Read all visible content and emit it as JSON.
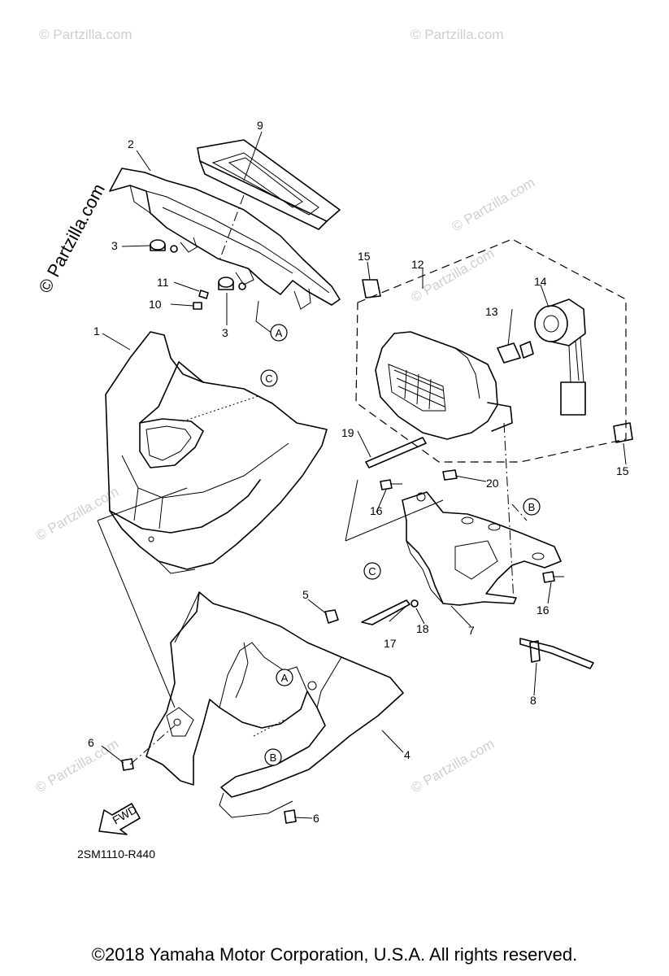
{
  "diagram_code": "2SM1110-R440",
  "copyright": "©2018 Yamaha Motor Corporation, U.S.A. All rights reserved.",
  "fwd_label": "FWD",
  "watermark": "© Partzilla.com",
  "callouts": {
    "c1": "1",
    "c2": "2",
    "c3a": "3",
    "c3b": "3",
    "c4": "4",
    "c5": "5",
    "c6a": "6",
    "c6b": "6",
    "c7": "7",
    "c8": "8",
    "c9": "9",
    "c10": "10",
    "c11": "11",
    "c12": "12",
    "c13": "13",
    "c14": "14",
    "c15a": "15",
    "c15b": "15",
    "c16a": "16",
    "c16b": "16",
    "c17": "17",
    "c18": "18",
    "c19": "19",
    "c20": "20"
  },
  "refs": {
    "A1": "A",
    "A2": "A",
    "B1": "B",
    "B2": "B",
    "C1": "C",
    "C2": "C"
  }
}
